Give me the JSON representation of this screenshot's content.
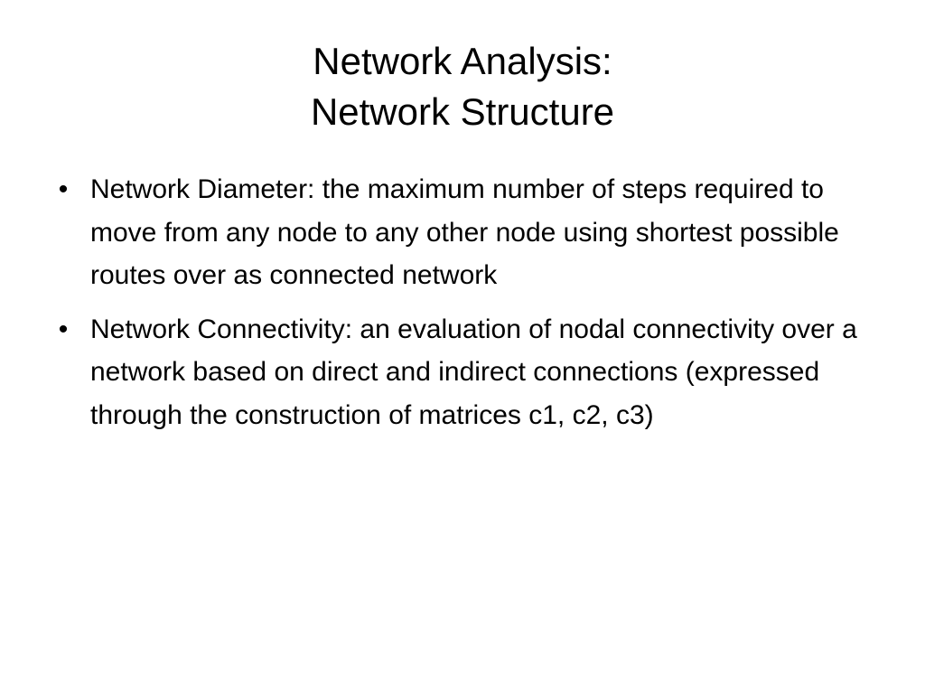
{
  "slide": {
    "title_line1": "Network Analysis:",
    "title_line2": "Network Structure",
    "bullet_glyph": "•",
    "bullets": [
      {
        "text": "Network Diameter: the maximum number of steps required to move from any node to any other node using shortest possible routes over as connected network"
      },
      {
        "text": "Network Connectivity: an evaluation of nodal connectivity over a network based on direct and indirect connections (expressed through the construction of matrices c1, c2, c3)"
      }
    ]
  }
}
